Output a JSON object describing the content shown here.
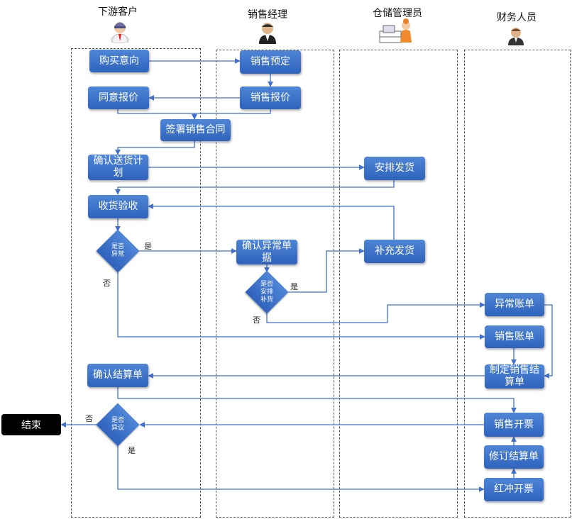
{
  "lanes": [
    "下游客户",
    "销售经理",
    "仓储管理员",
    "财务人员"
  ],
  "nodes": {
    "buy_intent": "购买意向",
    "agree_quote": "同意报价",
    "sign_contract": "签署销售合同",
    "confirm_delivery": "确认送货计划",
    "receive_inspect": "收货验收",
    "confirm_settlement": "确认结算单",
    "sales_booking": "销售预定",
    "sales_quote": "销售报价",
    "confirm_exception": "确认异常单据",
    "arrange_delivery": "安排发货",
    "supplement_delivery": "补充发货",
    "exception_bill": "异常账单",
    "sales_bill": "销售账单",
    "make_settlement": "制定销售结算单",
    "sales_invoice": "销售开票",
    "revise_settlement": "修订结算单",
    "red_invoice": "红冲开票",
    "end": "结束"
  },
  "decisions": {
    "is_abnormal": "是否\n异常",
    "arrange_replenish": "是否\n安排\n补货",
    "has_objection": "是否\n异议"
  },
  "edge_labels": {
    "yes": "是",
    "no": "否"
  },
  "colors": {
    "node_blue": "#3a72cc",
    "edge": "#3f6fd1"
  }
}
